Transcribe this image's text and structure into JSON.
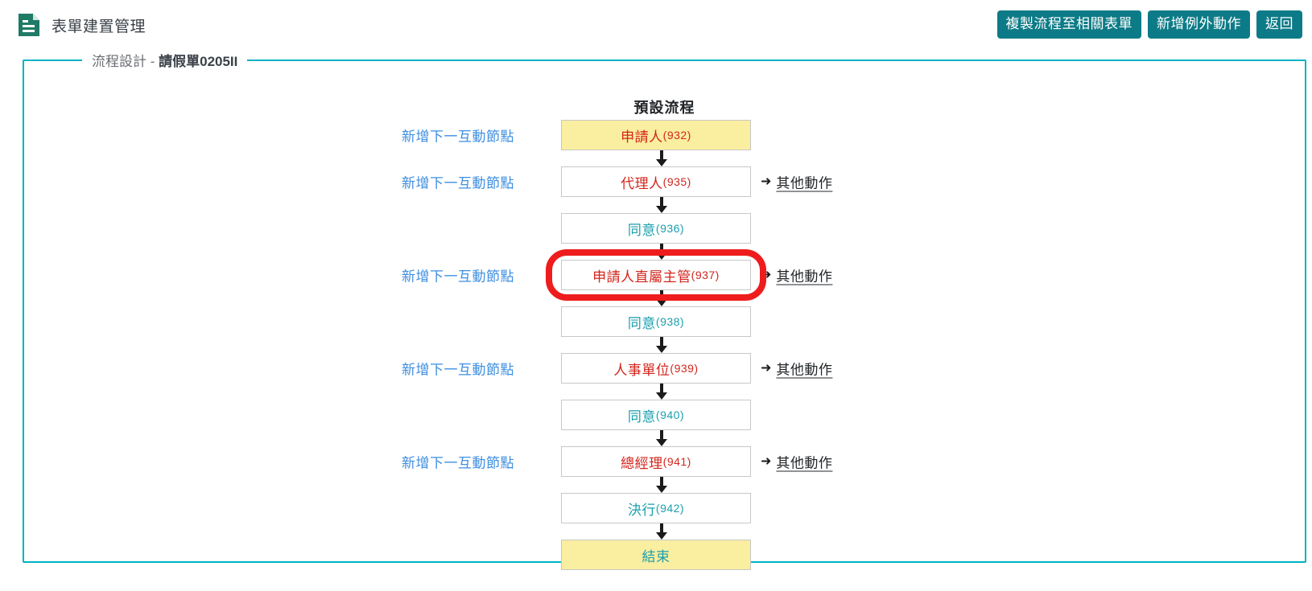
{
  "header": {
    "icon": "document-icon",
    "title": "表單建置管理",
    "buttons": [
      {
        "name": "copy-flow-button",
        "label": "複製流程至相關表單"
      },
      {
        "name": "add-exception-button",
        "label": "新增例外動作"
      },
      {
        "name": "back-button",
        "label": "返回"
      }
    ],
    "accent_color": "#0d7b87"
  },
  "panel": {
    "legend_prefix": "流程設計 - ",
    "legend_form_name": "請假單0205II",
    "border_color": "#00b3c3"
  },
  "flow": {
    "title": "預設流程",
    "add_node_label": "新增下一互動節點",
    "other_action_label": "其他動作",
    "arrow_right_glyph": "➜",
    "colors": {
      "node_red": "#d3251c",
      "node_teal": "#1a9fad",
      "node_accent_bg": "#faeea0",
      "link_blue": "#3f8fe0"
    },
    "nodes": [
      {
        "name": "node-applicant",
        "label": "申請人",
        "num": "(932)",
        "color": "red",
        "accent": true,
        "add_link": true,
        "other_action": false
      },
      {
        "name": "node-agent",
        "label": "代理人",
        "num": "(935)",
        "color": "red",
        "accent": false,
        "add_link": true,
        "other_action": true
      },
      {
        "name": "node-approve-936",
        "label": "同意",
        "num": "(936)",
        "color": "teal",
        "accent": false,
        "add_link": false,
        "other_action": false
      },
      {
        "name": "node-direct-manager",
        "label": "申請人直屬主管",
        "num": "(937)",
        "color": "red",
        "accent": false,
        "add_link": true,
        "other_action": true
      },
      {
        "name": "node-approve-938",
        "label": "同意",
        "num": "(938)",
        "color": "teal",
        "accent": false,
        "add_link": false,
        "other_action": false
      },
      {
        "name": "node-hr-unit",
        "label": "人事單位",
        "num": "(939)",
        "color": "red",
        "accent": false,
        "add_link": true,
        "other_action": true
      },
      {
        "name": "node-approve-940",
        "label": "同意",
        "num": "(940)",
        "color": "teal",
        "accent": false,
        "add_link": false,
        "other_action": false
      },
      {
        "name": "node-general-manager",
        "label": "總經理",
        "num": "(941)",
        "color": "red",
        "accent": false,
        "add_link": true,
        "other_action": true
      },
      {
        "name": "node-final-decision",
        "label": "決行",
        "num": "(942)",
        "color": "teal",
        "accent": false,
        "add_link": false,
        "other_action": false
      },
      {
        "name": "node-end",
        "label": "結束",
        "num": "",
        "color": "teal",
        "accent": true,
        "add_link": false,
        "other_action": false
      }
    ],
    "highlight": {
      "name": "highlight-annotation",
      "target_node": "node-direct-manager",
      "color": "#ee1c1c"
    }
  }
}
